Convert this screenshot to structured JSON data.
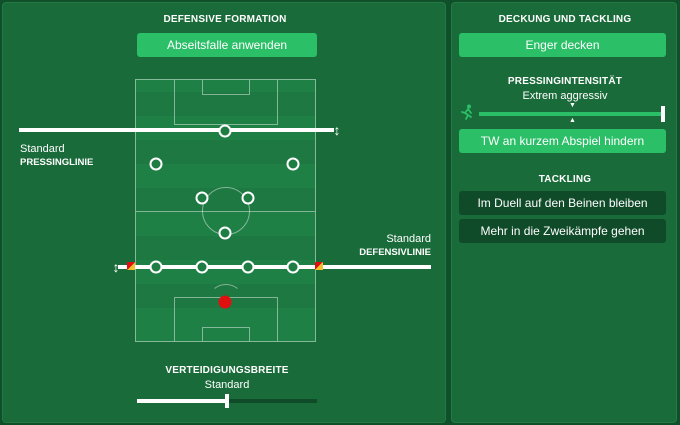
{
  "left": {
    "heading": "DEFENSIVE FORMATION",
    "offside_button": "Abseitsfalle anwenden",
    "pressing_line": {
      "value": "Standard",
      "name": "PRESSINGLINIE"
    },
    "defensive_line": {
      "value": "Standard",
      "name": "DEFENSIVLINIE"
    },
    "width": {
      "heading": "VERTEIDIGUNGSBREITE",
      "value": "Standard",
      "level_percent": 50
    }
  },
  "right": {
    "heading": "DECKUNG UND TACKLING",
    "marking_button": "Enger decken",
    "pressing": {
      "heading": "PRESSINGINTENSITÄT",
      "value": "Extrem aggressiv",
      "level_percent": 100
    },
    "keeper_button": "TW an kurzem Abspiel hindern",
    "tackling": {
      "heading": "TACKLING",
      "options": [
        "Im Duell auf den Beinen bleiben",
        "Mehr in die Zweikämpfe gehen"
      ]
    }
  },
  "colors": {
    "background": "#0f4f2a",
    "panel": "#1a6b3a",
    "accent_button": "#2bbf68",
    "dark_button": "#0f4a29",
    "keeper": "#e01010"
  },
  "icons": {
    "pressing": "running-player-icon",
    "line_adjust": "vertical-double-arrow-icon",
    "offside_flag": "offside-flag-icon"
  }
}
